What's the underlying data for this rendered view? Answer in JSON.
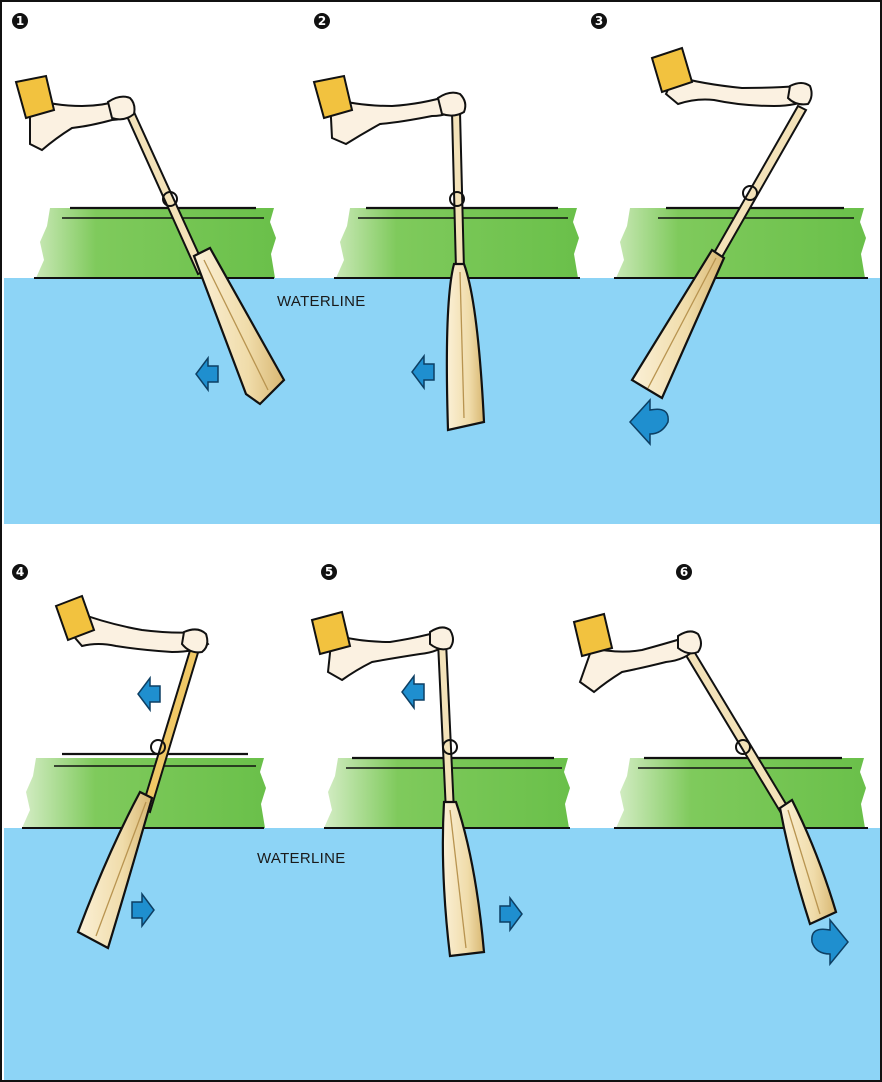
{
  "panels": [
    {
      "id": "top",
      "waterline_label": "WATERLINE"
    },
    {
      "id": "bottom",
      "waterline_label": "WATERLINE"
    }
  ],
  "steps": [
    {
      "number": "1",
      "arrow": "left"
    },
    {
      "number": "2",
      "arrow": "left"
    },
    {
      "number": "3",
      "arrow": "curl-left"
    },
    {
      "number": "4",
      "arrow": "left-and-right"
    },
    {
      "number": "5",
      "arrow": "left-and-right"
    },
    {
      "number": "6",
      "arrow": "curl-right"
    }
  ],
  "colors": {
    "water": "#8dd4f6",
    "hull": "#6ac04a",
    "hull_light": "#c8e6b8",
    "oar": "#f3e2b9",
    "oar_shade": "#d9b878",
    "arm": "#fbf1e1",
    "cuff": "#f2c23f",
    "arrow": "#1f8fcf",
    "ink": "#111111"
  }
}
